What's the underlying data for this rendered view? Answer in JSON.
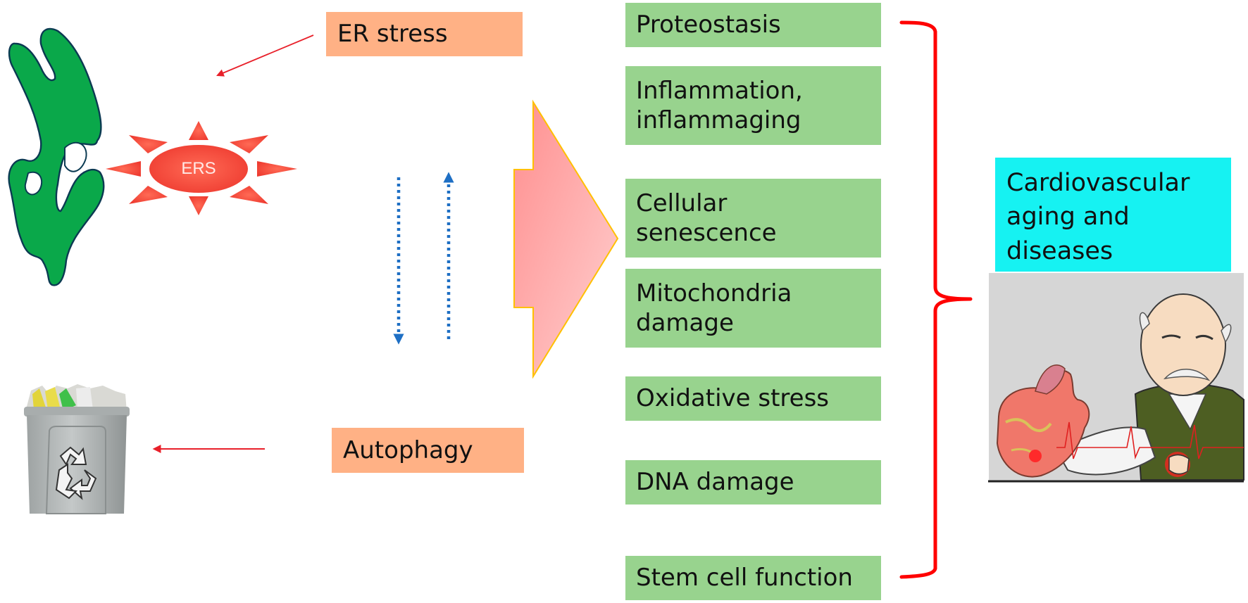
{
  "diagram": {
    "er_stress_label": "ER stress",
    "ers_badge_label": "ERS",
    "autophagy_label": "Autophagy",
    "hallmarks": [
      {
        "lines": [
          "Proteostasis"
        ]
      },
      {
        "lines": [
          "Inflammation,",
          "inflammaging"
        ]
      },
      {
        "lines": [
          "Cellular",
          "senescence"
        ]
      },
      {
        "lines": [
          "Mitochondria",
          "damage"
        ]
      },
      {
        "lines": [
          "Oxidative stress"
        ]
      },
      {
        "lines": [
          "DNA damage"
        ]
      },
      {
        "lines": [
          "Stem cell function"
        ]
      }
    ],
    "outcome": {
      "lines": [
        "Cardiovascular",
        "aging and",
        "diseases"
      ]
    },
    "icons": {
      "organelle": "endoplasmic-reticulum-icon",
      "burst": "ers-burst-icon",
      "bin": "recycle-bin-icon",
      "patient": "elderly-heart-patient-illustration"
    },
    "colors": {
      "orange_box": "#ffb185",
      "green_box": "#98d38e",
      "cyan_box": "#16f2f2",
      "er_green": "#0aa84a",
      "burst_red": "#f1453a",
      "arrow_red": "#e8202a",
      "bracket_red": "#ff0000",
      "dotted_blue": "#1e6fc4",
      "big_arrow_pink": "#ff9a9a",
      "big_arrow_outline": "#ffc000"
    }
  }
}
